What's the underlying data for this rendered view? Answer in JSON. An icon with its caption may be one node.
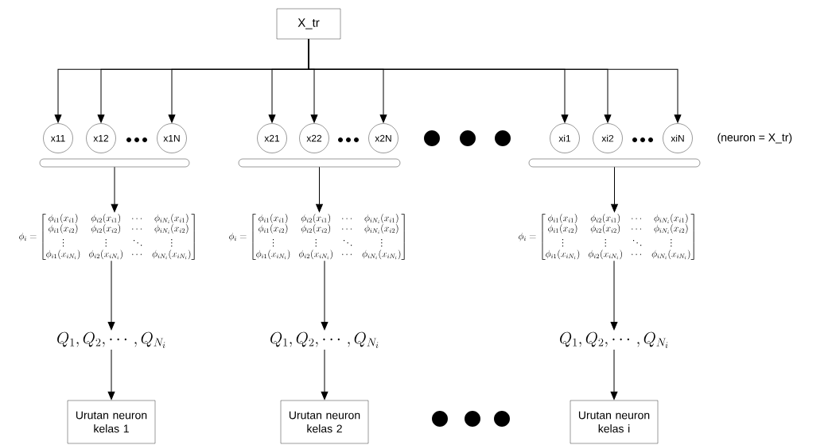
{
  "diagram": {
    "nodes": [
      {
        "text": [
          "X_tr"
        ]
      },
      {
        "text": [
          "x11"
        ]
      },
      {
        "text": [
          "x12"
        ]
      },
      {
        "text": [
          "x1N"
        ]
      },
      {
        "text": [
          "x21"
        ]
      },
      {
        "text": [
          "x22"
        ]
      },
      {
        "text": [
          "x2N"
        ]
      },
      {
        "text": [
          "xi1"
        ]
      },
      {
        "text": [
          "xi2"
        ]
      },
      {
        "text": [
          "xiN"
        ]
      },
      {
        "text": [],
        "shape": "bar"
      },
      {
        "text": [],
        "shape": "bar"
      },
      {
        "text": [],
        "shape": "bar"
      },
      {
        "text": [
          "\\phi_i = \\begin{bmatrix} \\phi_{i1}(x_{i1}) & \\phi_{i2}(x_{i1}) & \\cdots & \\phi_{iN_i}(x_{i1}) \\\\ \\phi_{i1}(x_{i2}) & \\phi_{i2}(x_{i2}) & \\cdots & \\phi_{iN_i}(x_{i2}) \\\\ \\vdots & \\vdots & \\ddots & \\vdots \\\\ \\phi_{i1}(x_{iN_i}) & \\phi_{i2}(x_{iN_i}) & \\cdots & \\phi_{iN_i}(x_{iN_i}) \\end{bmatrix}"
        ]
      },
      {
        "text": [
          "\\phi_i = \\begin{bmatrix} \\phi_{i1}(x_{i1}) & \\phi_{i2}(x_{i1}) & \\cdots & \\phi_{iN_i}(x_{i1}) \\\\ \\phi_{i1}(x_{i2}) & \\phi_{i2}(x_{i2}) & \\cdots & \\phi_{iN_i}(x_{i2}) \\\\ \\vdots & \\vdots & \\ddots & \\vdots \\\\ \\phi_{i1}(x_{iN_i}) & \\phi_{i2}(x_{iN_i}) & \\cdots & \\phi_{iN_i}(x_{iN_i}) \\end{bmatrix}"
        ]
      },
      {
        "text": [
          "\\phi_i = \\begin{bmatrix} \\phi_{i1}(x_{i1}) & \\phi_{i2}(x_{i1}) & \\cdots & \\phi_{iN_i}(x_{i1}) \\\\ \\phi_{i1}(x_{i2}) & \\phi_{i2}(x_{i2}) & \\cdots & \\phi_{iN_i}(x_{i2}) \\\\ \\vdots & \\vdots & \\ddots & \\vdots \\\\ \\phi_{i1}(x_{iN_i}) & \\phi_{i2}(x_{iN_i}) & \\cdots & \\phi_{iN_i}(x_{iN_i}) \\end{bmatrix}"
        ]
      },
      {
        "text": [
          "Q_1, Q_2, \\cdots, Q_{N_i}"
        ]
      },
      {
        "text": [
          "Q_1, Q_2, \\cdots, Q_{N_i}"
        ]
      },
      {
        "text": [
          "Q_1, Q_2, \\cdots, Q_{N_i}"
        ]
      },
      {
        "text": [
          "Urutan neuron kelas 1"
        ]
      },
      {
        "text": [
          "Urutan neuron kelas 2"
        ]
      },
      {
        "text": [
          "Urutan neuron kelas i"
        ]
      }
    ],
    "edges": [
      {
        "from": 0,
        "to": 1,
        "arrow": "to"
      },
      {
        "from": 0,
        "to": 2,
        "arrow": "to"
      },
      {
        "from": 0,
        "to": 3,
        "arrow": "to"
      },
      {
        "from": 0,
        "to": 4,
        "arrow": "to"
      },
      {
        "from": 0,
        "to": 5,
        "arrow": "to"
      },
      {
        "from": 0,
        "to": 6,
        "arrow": "to"
      },
      {
        "from": 0,
        "to": 7,
        "arrow": "to"
      },
      {
        "from": 0,
        "to": 8,
        "arrow": "to"
      },
      {
        "from": 0,
        "to": 9,
        "arrow": "to"
      },
      {
        "from": 10,
        "to": 13,
        "arrow": "to"
      },
      {
        "from": 11,
        "to": 14,
        "arrow": "to"
      },
      {
        "from": 12,
        "to": 15,
        "arrow": "to"
      },
      {
        "from": 13,
        "to": 16,
        "arrow": "to"
      },
      {
        "from": 14,
        "to": 17,
        "arrow": "to"
      },
      {
        "from": 15,
        "to": 18,
        "arrow": "to"
      },
      {
        "from": 16,
        "to": 19,
        "arrow": "to"
      },
      {
        "from": 17,
        "to": 20,
        "arrow": "to"
      },
      {
        "from": 18,
        "to": 21,
        "arrow": "to"
      }
    ],
    "labels": [
      "(neuron = X_tr)"
    ]
  }
}
